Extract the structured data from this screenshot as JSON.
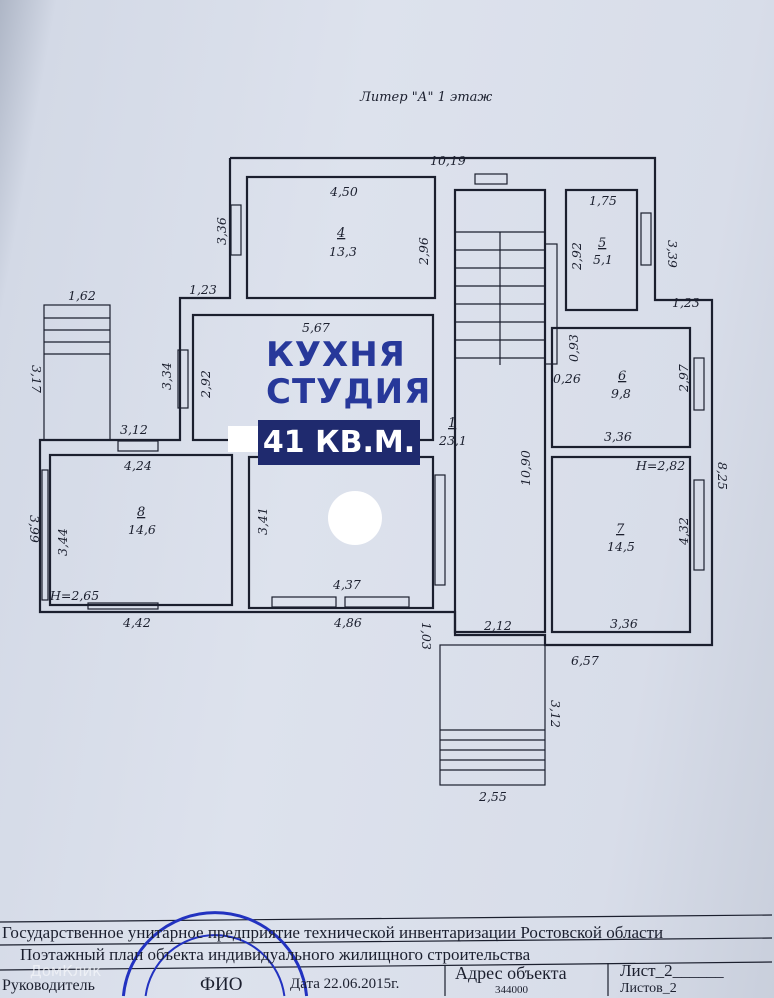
{
  "plan": {
    "title": "Литер \"А\" 1 этаж",
    "rooms": [
      {
        "number": "1",
        "area": "23,1"
      },
      {
        "number": "4",
        "area": "13,3"
      },
      {
        "number": "5",
        "area": "5,1"
      },
      {
        "number": "6",
        "area": "9,8"
      },
      {
        "number": "7",
        "area": "14,5"
      },
      {
        "number": "8",
        "area": "14,6"
      }
    ],
    "dimensions": {
      "top_total": "10,19",
      "r4_w": "4,50",
      "r4_h": "2,96",
      "left_wing": "3,36",
      "r5_w": "1,75",
      "r5_h": "2,92",
      "right_wing": "3,39",
      "step_left": "1,23",
      "step_right": "1,23",
      "stair_w": "1,62",
      "stair_h": "3,17",
      "kitchen_w": "5,67",
      "kitchen_h": "2,92",
      "kitchen_outer": "3,34",
      "r6_a": "0,93",
      "r6_b": "0,26",
      "r6_h": "2,97",
      "r6_w": "3,36",
      "h_r7": "H=2,82",
      "right_total": "8,25",
      "corridor": "10,90",
      "porch_top": "3,12",
      "r8_w": "4,24",
      "r8_h": "3,44",
      "r8_outer": "3,99",
      "h_r8": "H=2,65",
      "r8_bottom": "4,42",
      "blob_h": "3,41",
      "blob_w": "4,37",
      "bottom_mid": "4,86",
      "porch_off": "1,03",
      "corr_w": "2,12",
      "r7_h": "4,32",
      "r7_w": "3,36",
      "right_bottom": "6,57",
      "porch_h": "3,12",
      "porch_w": "2,55"
    }
  },
  "overlay": {
    "line1": "КУХНЯ",
    "line2": "СТУДИЯ",
    "area": "41 КВ.М."
  },
  "title_block": {
    "org": "Государственное унитарное предприятие технической инвентаризации Ростовской области",
    "doc": "Поэтажный план объекта индивидуального жилищного строительства",
    "head": "Руководитель",
    "fio": "ФИО",
    "date": "Дата 22.06.2015г.",
    "address_label": "Адрес объекта",
    "address_value": "344000",
    "sheet": "Лист_2______",
    "sheets": "Листов_2"
  },
  "watermark": "ДомКлик"
}
